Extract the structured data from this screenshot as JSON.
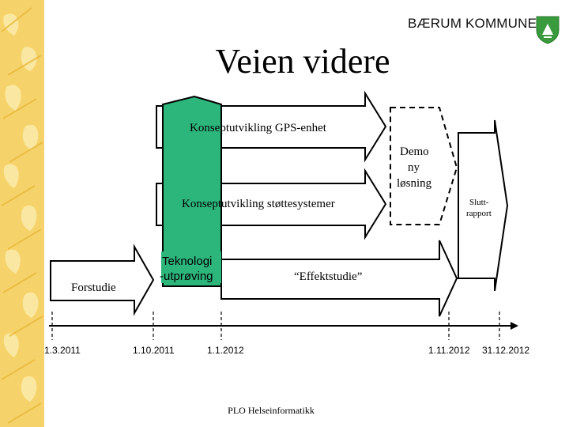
{
  "header": {
    "organization": "BÆRUM KOMMUNE",
    "title": "Veien videre"
  },
  "diagram": {
    "phases": {
      "gps": "Konseptutvikling GPS-enhet",
      "support": "Konseptutvikling støttesystemer",
      "tech": [
        "Teknologi",
        "-utprøving"
      ],
      "effect": "“Effektstudie”",
      "prestudy": "Forstudie",
      "demo": [
        "Demo",
        "ny",
        "løsning"
      ],
      "final": [
        "Slutt-",
        "rapport"
      ]
    },
    "timeline": {
      "dates": [
        "1.3.2011",
        "1.10.2011",
        "1.1.2012",
        "1.11.2012",
        "31.12.2012"
      ]
    }
  },
  "footer": {
    "text": "PLO Helseinformatikk"
  },
  "colors": {
    "test_phase": "#2db67c",
    "leaf_background": "#f2c94c",
    "shield": "#3a9a3e"
  }
}
